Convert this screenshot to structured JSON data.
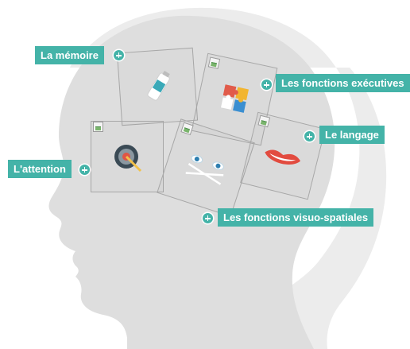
{
  "domains": {
    "memory": {
      "label": "La mémoire"
    },
    "executive": {
      "label": "Les fonctions exécutives"
    },
    "language": {
      "label": "Le langage"
    },
    "attention": {
      "label": "L'attention"
    },
    "visuospatial": {
      "label": "Les fonctions visuo-spatiales"
    }
  },
  "colors": {
    "accent": "#44b3a8",
    "head_back": "#ececec",
    "head_front": "#dedede"
  },
  "icons": {
    "memory": "usb-drive-icon",
    "executive": "puzzle-icon",
    "language": "lips-icon",
    "attention": "target-icon",
    "visuospatial": "eyes-arrows-icon"
  }
}
